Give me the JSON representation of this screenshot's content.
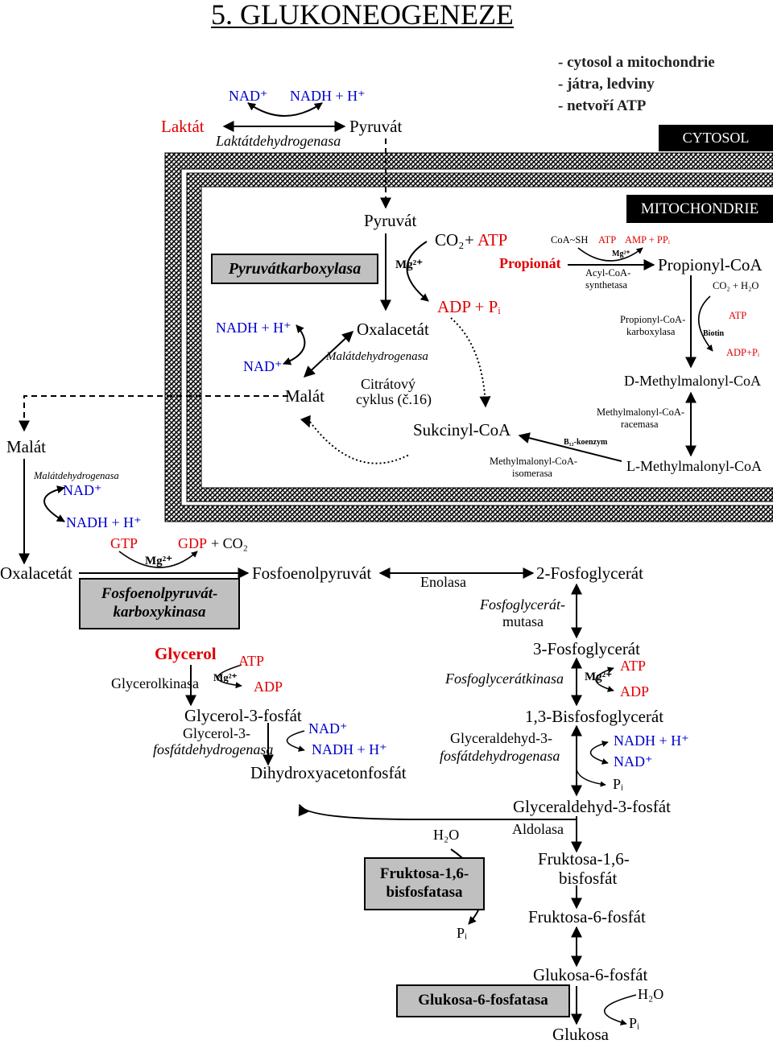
{
  "title": "5. GLUKONEOGENEZE",
  "notes": [
    "- cytosol a mitochondrie",
    "- játra, ledviny",
    "- netvoří ATP"
  ],
  "compartments": {
    "cytosol": "CYTOSOL",
    "mitochondrie": "MITOCHONDRIE"
  },
  "lactate": {
    "nad": "NAD⁺",
    "nadh": "NADH + H⁺",
    "laktat": "Laktát",
    "pyruvat": "Pyruvát",
    "enzyme": "Laktátdehydrogenasa"
  },
  "mito": {
    "pyruvat": "Pyruvát",
    "enzyme_box": "Pyruvátkarboxylasa",
    "mg": "Mg²⁺",
    "co2": "CO₂",
    "plus": "+",
    "atp": "ATP",
    "adp_pi": "ADP + Pᵢ",
    "oxalacetat": "Oxalacetát",
    "nadh": "NADH + H⁺",
    "nad": "NAD⁺",
    "malatdh": "Malátdehydrogenasa",
    "malat": "Malát",
    "citrat": "Citrátový",
    "cyklus": "cyklus (č.16)",
    "sukcinyl": "Sukcinyl-CoA",
    "propionat": "Propionát",
    "coash": "CoA~SH",
    "atp2": "ATP",
    "amp_ppi": "AMP + PPᵢ",
    "mg2": "Mg²⁺",
    "acylcoa1": "Acyl-CoA-",
    "acylcoa2": "synthetasa",
    "propionylcoa": "Propionyl-CoA",
    "co2_h2o": "CO₂ + H₂O",
    "atp3": "ATP",
    "biotin": "Biotin",
    "adp_pi2": "ADP+Pᵢ",
    "pcc1": "Propionyl-CoA-",
    "pcc2": "karboxylasa",
    "dmethyl": "D-Methylmalonyl-CoA",
    "racemasa1": "Methylmalonyl-CoA-",
    "racemasa2": "racemasa",
    "lmethyl": "L-Methylmalonyl-CoA",
    "b12": "B₁₂-koenzym",
    "isomer1": "Methylmalonyl-CoA-",
    "isomer2": "isomerasa"
  },
  "cyto": {
    "malat": "Malát",
    "malatdh": "Malátdehydrogenasa",
    "nad": "NAD⁺",
    "nadh": "NADH + H⁺",
    "oxalacetat": "Oxalacetát",
    "gtp": "GTP",
    "gdp": "GDP",
    "plus_co2": "+ CO₂",
    "mg": "Mg²⁺",
    "pepck_box": "Fosfoenolpyruvát-\nkarboxykinasa",
    "pep": "Fosfoenolpyruvát",
    "enolasa": "Enolasa",
    "pg2": "2-Fosfoglycerát",
    "pgm1": "Fosfoglycerát-",
    "pgm2": "mutasa",
    "pg3": "3-Fosfoglycerát",
    "pgk": "Fosfoglycerátkinasa",
    "mg2": "Mg²⁺",
    "atp": "ATP",
    "adp": "ADP",
    "bpg": "1,3-Bisfosfoglycerát",
    "gapdh1": "Glyceraldehyd-3-",
    "gapdh2": "fosfátdehydrogenasa",
    "nadh2": "NADH + H⁺",
    "nad2": "NAD⁺",
    "pi": "Pᵢ",
    "gap": "Glyceraldehyd-3-fosfát",
    "glycerol": "Glycerol",
    "glycerolkinasa": "Glycerolkinasa",
    "mg3": "Mg²⁺",
    "atp2": "ATP",
    "adp2": "ADP",
    "g3p": "Glycerol-3-fosfát",
    "g3pdh1": "Glycerol-3-",
    "g3pdh2": "fosfátdehydrogenasa",
    "nad3": "NAD⁺",
    "nadh3": "NADH + H⁺",
    "dhap": "Dihydroxyacetonfosfát",
    "aldolasa": "Aldolasa",
    "h2o": "H₂O",
    "fbp_box": "Fruktosa-1,6-\nbisfosfatasa",
    "pi2": "Pᵢ",
    "f16bp1": "Fruktosa-1,6-",
    "f16bp2": "bisfosfát",
    "f6p": "Fruktosa-6-fosfát",
    "g6p": "Glukosa-6-fosfát",
    "g6pase_box": "Glukosa-6-fosfatasa",
    "h2o2": "H₂O",
    "pi3": "Pᵢ",
    "glukosa": "Glukosa"
  }
}
